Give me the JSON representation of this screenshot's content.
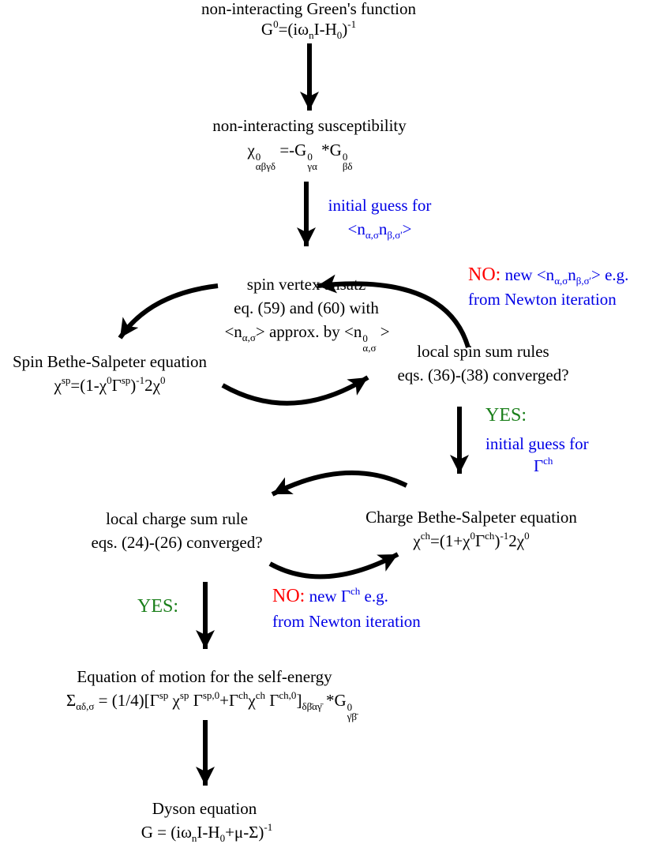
{
  "nodes": {
    "g0": {
      "title": "non-interacting Green's function",
      "eq": "G0=(iωnI-H0)-1"
    },
    "chi0": {
      "title": "non-interacting susceptibility",
      "eq": "χ0αβγδ =-G0γα *G0βδ"
    },
    "spin_vertex": {
      "line1": "spin vertex ansatz",
      "line2": "eq. (59) and (60) with",
      "line3": "<nα,σ> approx. by <n0α,σ >"
    },
    "spin_bse": {
      "title": "Spin Bethe-Salpeter equation",
      "eq": "χsp=(1-χ0Γsp)-12χ0"
    },
    "spin_sum": {
      "title": "local spin sum rules",
      "check": "eqs. (36)-(38) converged?"
    },
    "charge_sum": {
      "title": "local charge sum rule",
      "check": "eqs. (24)-(26) converged?"
    },
    "charge_bse": {
      "title": "Charge Bethe-Salpeter equation",
      "eq": "χch=(1+χ0Γch)-12χ0"
    },
    "eom": {
      "title": "Equation of motion for the self-energy",
      "eq": "Σαδ,σ = (1/4)[Γsp χsp Γsp,0+Γchχch Γch,0]δβ̄αγ̄ *G0γ̄β̄"
    },
    "dyson": {
      "title": "Dyson equation",
      "eq": "G = (iωnI-H0+μ-Σ)-1"
    }
  },
  "annotations": {
    "initial_guess_n": {
      "line1": "initial guess for",
      "line2": "<nα,σnβ,σ'>"
    },
    "spin_no": {
      "label": "NO:",
      "text_a": "new",
      "formula": "<nα,σnβ,σ'>",
      "text_b": "e.g.",
      "line2": "from Newton iteration"
    },
    "spin_yes": {
      "label": "YES:",
      "line1": "initial guess for",
      "line2": "Γch"
    },
    "charge_no": {
      "label": "NO:",
      "text_a": "new",
      "formula": "Γch",
      "text_b": "e.g.",
      "line2": "from Newton iteration"
    },
    "charge_yes": {
      "label": "YES:"
    }
  },
  "colors": {
    "annotation": "#0000e6",
    "no": "#ff0000",
    "yes": "#1a7f1a",
    "arrow": "#000000"
  },
  "symbols": {
    "G": "G",
    "zero": "0",
    "iw": "(iω",
    "n": "n",
    "I_H": "I-H",
    "minus1": "-1",
    "close": ")",
    "chi": "χ",
    "abgd": "αβγδ",
    "eqminusG": " =-G",
    "ga": "γα",
    "starG": " *G",
    "bd": "βδ",
    "lt_n": "<n",
    "as": "α,σ",
    "bsp": "β,σ'",
    "gt": ">",
    "n_": "n",
    "approx_by": " approx. by ",
    "sp": "sp",
    "ch": "ch",
    "eq1minus": "=(1-χ",
    "eq1plus": "=(1+χ",
    "Gamma": "Γ",
    "close2": ")",
    "two_chi": "2χ",
    "Sigma": "Σ",
    "adsig": "αδ,σ",
    "eom_a": " = (1/4)[Γ",
    "sp_sp0": "sp,0",
    "plusGamma": "+Γ",
    "ch0": "ch,0",
    "close_br": "]",
    "bagamma": "δβ̄αγ̄",
    "gb": "γ̄β̄",
    "dyson_a": "G = (iω",
    "dyson_b": "I-H",
    "dyson_c": "+μ-Σ)",
    "sp_space": " ",
    "ch_space": " "
  }
}
